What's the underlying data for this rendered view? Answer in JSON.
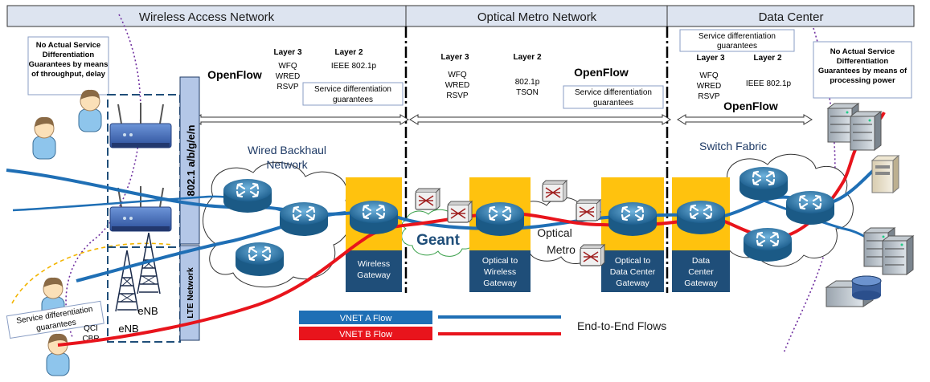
{
  "header": {
    "segments": [
      "Wireless Access Network",
      "Optical Metro Network",
      "Data Center"
    ]
  },
  "notes": {
    "no_guarantees_left": [
      "No Actual Service",
      "Differentiation",
      "Guarantees by means",
      "of throughput, delay"
    ],
    "no_guarantees_right": [
      "No Actual Service",
      "Differentiation",
      "Guarantees by means of",
      "processing power"
    ]
  },
  "layers": {
    "layer3_title": "Layer 3",
    "layer2_title": "Layer 2",
    "layer3_protocols": [
      "WFQ",
      "WRED",
      "RSVP"
    ],
    "wireless_layer2": "IEEE 802.1p",
    "metro_layer2": [
      "802.1p",
      "TSON"
    ],
    "dc_layer2": "IEEE 802.1p"
  },
  "openflow_label": "OpenFlow",
  "service_diff": [
    "Service differentiation",
    "guarantees"
  ],
  "radio": {
    "wifi_standard": "802.1 a/b/g/e/n",
    "lte_label": "LTE Network",
    "enb": "eNB",
    "qci": "QCI",
    "cbr": "CBR"
  },
  "networks": {
    "wired_backhaul": [
      "Wired Backhaul",
      "Network"
    ],
    "geant": "Geant",
    "optical_metro": [
      "Optical",
      "Metro"
    ],
    "switch_fabric": "Switch Fabric"
  },
  "gateways": [
    {
      "lines": [
        "Wireless",
        "Gateway"
      ]
    },
    {
      "lines": [
        "Optical to",
        "Wireless",
        "Gateway"
      ]
    },
    {
      "lines": [
        "Optical to",
        "Data Center",
        "Gateway"
      ]
    },
    {
      "lines": [
        "Data",
        "Center",
        "Gateway"
      ]
    }
  ],
  "legend": {
    "vnet_a": "VNET A Flow",
    "vnet_b": "VNET B Flow",
    "end_to_end": "End-to-End Flows"
  },
  "colors": {
    "vnet_a": "#1f6fb5",
    "vnet_b": "#e8141c",
    "gateway_top": "#ffc20e",
    "gateway_bottom": "#1f4e79",
    "router": "#2e7fb2",
    "device": "#3b6fc4",
    "header_bg": "#dde4f0"
  }
}
